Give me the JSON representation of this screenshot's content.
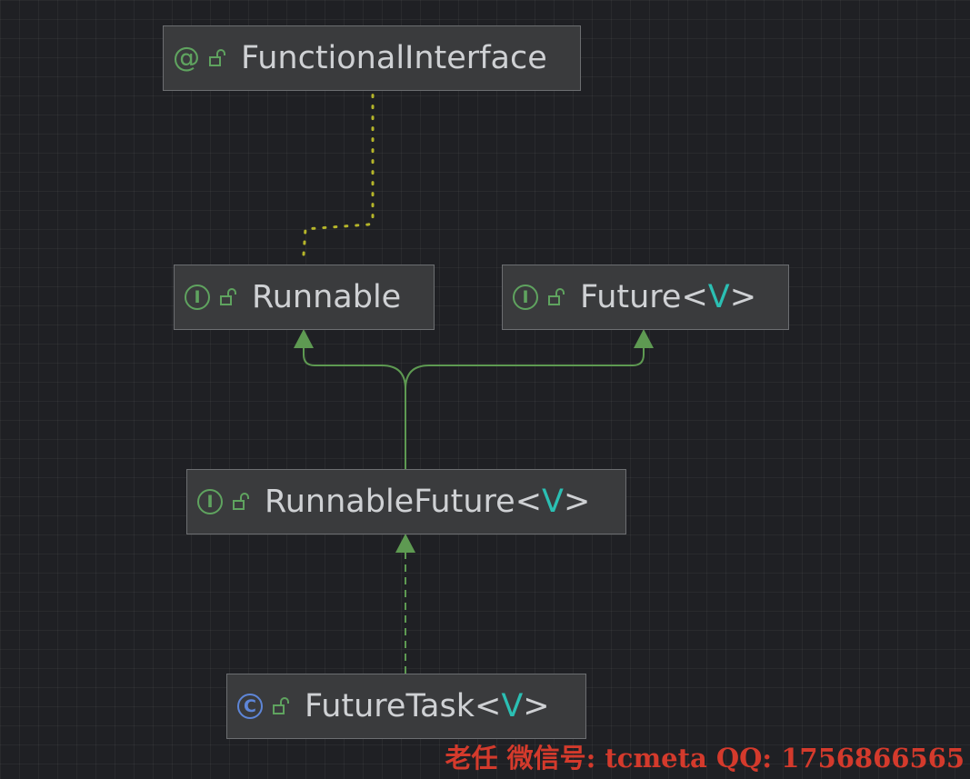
{
  "nodes": {
    "functional_interface": {
      "kind_icon": "@",
      "name": "FunctionalInterface"
    },
    "runnable": {
      "kind_icon": "I",
      "name": "Runnable"
    },
    "future": {
      "kind_icon": "I",
      "name": "Future",
      "type_param": "V"
    },
    "runnable_future": {
      "kind_icon": "I",
      "name": "RunnableFuture",
      "type_param": "V"
    },
    "future_task": {
      "kind_icon": "C",
      "name": "FutureTask",
      "type_param": "V"
    }
  },
  "edges": [
    {
      "from": "runnable",
      "to": "functional_interface",
      "style": "dotted",
      "color": "#b5b52a"
    },
    {
      "from": "runnable_future",
      "to": "runnable",
      "style": "solid-inherit",
      "color": "#5e9a52"
    },
    {
      "from": "runnable_future",
      "to": "future",
      "style": "solid-inherit",
      "color": "#5e9a52"
    },
    {
      "from": "future_task",
      "to": "runnable_future",
      "style": "dashed-implements",
      "color": "#5e9a52"
    }
  ],
  "icons": {
    "interface": "interface-icon",
    "class": "class-icon",
    "annotation": "annotation-icon",
    "visibility": "unlocked-icon"
  },
  "watermark": "老任 微信号: tcmeta QQ: 1756866565"
}
